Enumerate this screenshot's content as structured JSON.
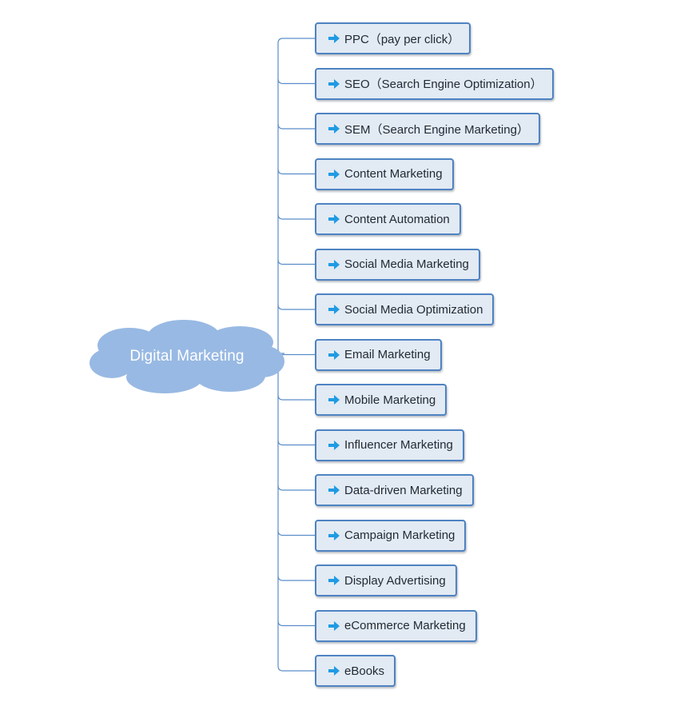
{
  "root": {
    "label": "Digital Marketing"
  },
  "branches": [
    {
      "label": "PPC（pay per click）"
    },
    {
      "label": "SEO（Search Engine Optimization）"
    },
    {
      "label": "SEM（Search Engine Marketing）"
    },
    {
      "label": "Content Marketing"
    },
    {
      "label": "Content Automation"
    },
    {
      "label": "Social Media Marketing"
    },
    {
      "label": "Social Media Optimization"
    },
    {
      "label": "Email Marketing"
    },
    {
      "label": "Mobile Marketing"
    },
    {
      "label": "Influencer Marketing"
    },
    {
      "label": "Data-driven Marketing"
    },
    {
      "label": "Campaign Marketing"
    },
    {
      "label": "Display Advertising"
    },
    {
      "label": "eCommerce Marketing"
    },
    {
      "label": "eBooks"
    }
  ],
  "colors": {
    "cloud": "#98b9e3",
    "node_fill": "#e2eaf3",
    "node_border": "#4e83c2",
    "connector": "#5b8dc9",
    "arrow": "#1f9be3"
  },
  "icons": {
    "branch_marker": "right-arrow-icon"
  }
}
